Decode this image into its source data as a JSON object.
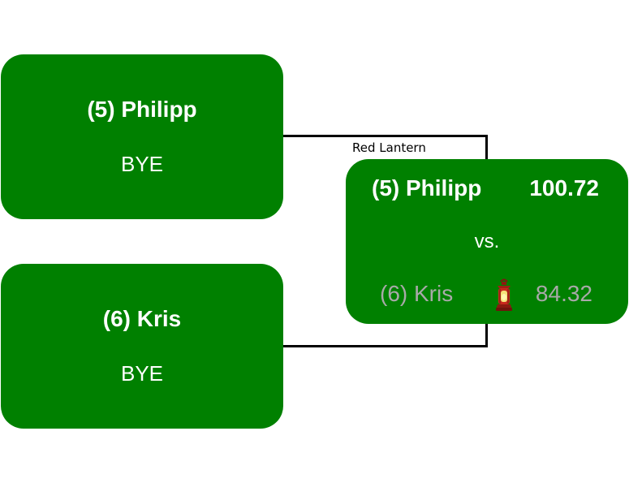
{
  "bracket": {
    "label": "Red Lantern",
    "match_top": {
      "team": "(5) Philipp",
      "opponent": "BYE"
    },
    "match_bottom": {
      "team": "(6) Kris",
      "opponent": "BYE"
    },
    "final": {
      "winner_name": "(5) Philipp",
      "winner_score": "100.72",
      "vs": "vs.",
      "loser_name": "(6) Kris",
      "loser_score": "84.32",
      "loser_icon": "lantern-icon"
    }
  },
  "colors": {
    "box": "#008000",
    "text": "#ffffff",
    "loser_text": "#a9a9a9",
    "connector": "#000000"
  }
}
